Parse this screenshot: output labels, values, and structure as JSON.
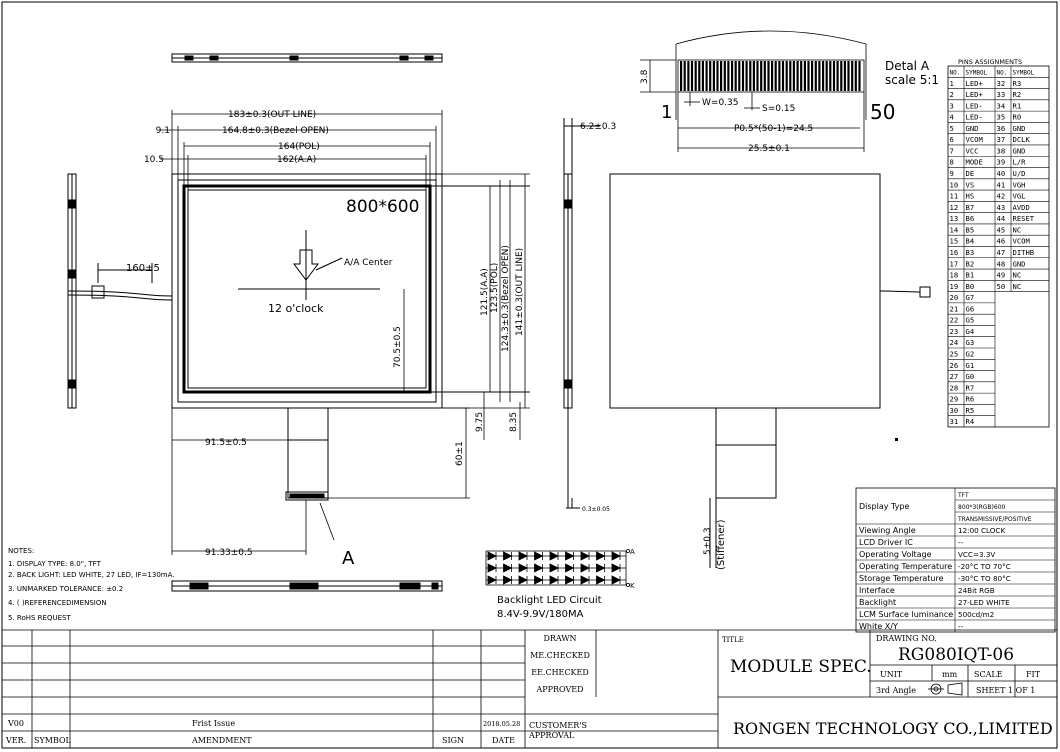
{
  "front": {
    "resolution": "800*600",
    "center_label": "A/A Center",
    "orientation": "12 o'clock",
    "dim_outline_w": "183±0.3(OUT LINE)",
    "dim_bezel_w": "164.8±0.3(Bezel OPEN)",
    "dim_pol_w": "164(POL)",
    "dim_aa_w": "162(A.A)",
    "dim_left_bezel": "9.1",
    "dim_left_aa": "10.5",
    "dim_center_v": "70.5±0.5",
    "dim_aa_h": "121.5(A.A)",
    "dim_pol_h": "123.5(POL)",
    "dim_bezel_h": "124.3±0.3(Bezel OPEN)",
    "dim_outline_h": "141±0.3(OUT LINE)",
    "dim_bottom_1": "9.75",
    "dim_bottom_2": "8.35",
    "dim_fpc_len": "60±1",
    "dim_fpc_pos": "91.5±0.5",
    "dim_fpc_pos2": "91.33±0.5",
    "dim_cable": "160±5",
    "detail_marker": "A"
  },
  "side": {
    "thickness": "6.2±0.3",
    "fpc_thickness": "0.3±0.05",
    "stiffener": "5±0.3",
    "stiffener_label": "(Stiffener)"
  },
  "detail": {
    "title": "Detal A",
    "scale": "scale 5:1",
    "pin_first": "1",
    "pin_last": "50",
    "height": "3.8",
    "width_w": "W=0.35",
    "space_s": "S=0.15",
    "pitch": "P0.5*(50-1)=24.5",
    "total": "25.5±0.1"
  },
  "pins": {
    "title": "PINS ASSIGNMENTS",
    "headers": [
      "NO.",
      "SYMBOL",
      "NO.",
      "SYMBOL"
    ],
    "rows": [
      [
        "1",
        "LED+",
        "32",
        "R3"
      ],
      [
        "2",
        "LED+",
        "33",
        "R2"
      ],
      [
        "3",
        "LED-",
        "34",
        "R1"
      ],
      [
        "4",
        "LED-",
        "35",
        "R0"
      ],
      [
        "5",
        "GND",
        "36",
        "GND"
      ],
      [
        "6",
        "VCOM",
        "37",
        "DCLK"
      ],
      [
        "7",
        "VCC",
        "38",
        "GND"
      ],
      [
        "8",
        "MODE",
        "39",
        "L/R"
      ],
      [
        "9",
        "DE",
        "40",
        "U/D"
      ],
      [
        "10",
        "VS",
        "41",
        "VGH"
      ],
      [
        "11",
        "HS",
        "42",
        "VGL"
      ],
      [
        "12",
        "B7",
        "43",
        "AVDD"
      ],
      [
        "13",
        "B6",
        "44",
        "RESET"
      ],
      [
        "14",
        "B5",
        "45",
        "NC"
      ],
      [
        "15",
        "B4",
        "46",
        "VCOM"
      ],
      [
        "16",
        "B3",
        "47",
        "DITHB"
      ],
      [
        "17",
        "B2",
        "48",
        "GND"
      ],
      [
        "18",
        "B1",
        "49",
        "NC"
      ],
      [
        "19",
        "B0",
        "50",
        "NC"
      ],
      [
        "20",
        "G7",
        "",
        ""
      ],
      [
        "21",
        "G6",
        "",
        ""
      ],
      [
        "22",
        "G5",
        "",
        ""
      ],
      [
        "23",
        "G4",
        "",
        ""
      ],
      [
        "24",
        "G3",
        "",
        ""
      ],
      [
        "25",
        "G2",
        "",
        ""
      ],
      [
        "26",
        "G1",
        "",
        ""
      ],
      [
        "27",
        "G0",
        "",
        ""
      ],
      [
        "28",
        "R7",
        "",
        ""
      ],
      [
        "29",
        "R6",
        "",
        ""
      ],
      [
        "30",
        "R5",
        "",
        ""
      ],
      [
        "31",
        "R4",
        "",
        ""
      ]
    ]
  },
  "specs": {
    "rows": [
      [
        "Display Type",
        "TFT"
      ],
      [
        "",
        "800*3(RGB)600"
      ],
      [
        "",
        "TRANSMISSIVE/POSITIVE"
      ],
      [
        "Viewing Angle",
        "12:00 CLOCK"
      ],
      [
        "LCD Driver IC",
        "--"
      ],
      [
        "Operating Voltage",
        "VCC=3.3V"
      ],
      [
        "Operating Temperature",
        "-20°C TO 70°C"
      ],
      [
        "Storage Temperature",
        "-30°C TO 80°C"
      ],
      [
        "Interface",
        "24Bit RGB"
      ],
      [
        "Backlight",
        "27-LED WHITE"
      ],
      [
        "LCM Surface luminance",
        "500cd/m2"
      ],
      [
        "White X/Y",
        "--"
      ]
    ]
  },
  "notes": {
    "title": "NOTES:",
    "items": [
      "1. DISPLAY TYPE:  8.0\", TFT",
      "2. BACK LIGHT: LED WHITE, 27 LED, IF=130mA.",
      "3. UNMARKED TOLERANCE: ±0.2",
      "4. (  )REFERENCEDIMENSION",
      "5. RoHS REQUEST"
    ]
  },
  "backlight": {
    "title": "Backlight LED Circuit",
    "spec": "8.4V-9.9V/180MA",
    "anode": "A",
    "cathode": "K"
  },
  "titleblock": {
    "drawn": "DRAWN",
    "me_checked": "ME.CHECKED",
    "ee_checked": "EE.CHECKED",
    "approved": "APPROVED",
    "customer_approval": "CUSTOMER'S APPROVAL",
    "title_label": "TITLE",
    "title_value": "MODULE  SPEC.",
    "drawing_no_label": "DRAWING NO.",
    "drawing_no": "RG080IQT-06",
    "unit_label": "UNIT",
    "unit_value": "mm",
    "scale_label": "SCALE",
    "scale_value": "FIT",
    "angle": "3rd Angle",
    "sheet": "SHEET  1  OF  1",
    "company": "RONGEN TECHNOLOGY CO.,LIMITED",
    "ver_label": "VER.",
    "symbol_label": "SYMBOL",
    "amendment_label": "AMENDMENT",
    "sign_label": "SIGN",
    "date_label": "DATE",
    "ver_value": "V00",
    "amendment_value": "Frist Issue",
    "date_value": "2018.05.28"
  }
}
